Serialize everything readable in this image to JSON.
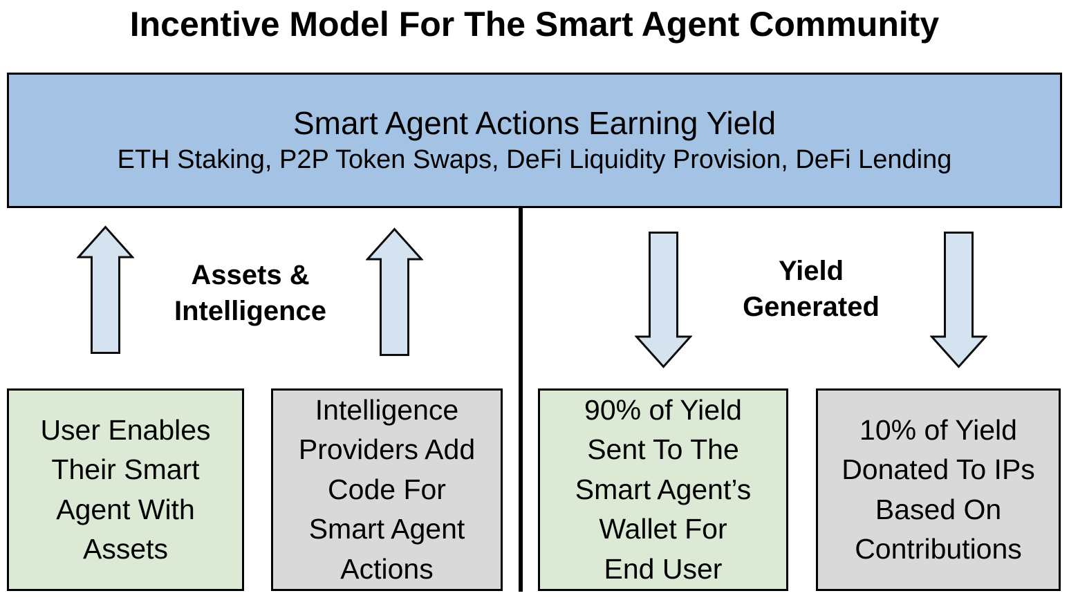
{
  "title": "Incentive Model For The Smart Agent Community",
  "top_box": {
    "heading": "Smart Agent Actions Earning Yield",
    "subheading": "ETH Staking, P2P Token Swaps, DeFi Liquidity Provision, DeFi Lending"
  },
  "flow_labels": {
    "left": {
      "line1": "Assets &",
      "line2": "Intelligence"
    },
    "right": {
      "line1": "Yield",
      "line2": "Generated"
    }
  },
  "bottom_boxes": [
    {
      "name": "user-assets",
      "color": "green",
      "lines": [
        "User Enables",
        "Their Smart",
        "Agent With",
        "Assets"
      ]
    },
    {
      "name": "intelligence-providers",
      "color": "gray",
      "lines": [
        "Intelligence",
        "Providers Add",
        "Code For",
        "Smart Agent",
        "Actions"
      ]
    },
    {
      "name": "yield-to-user",
      "color": "green",
      "lines": [
        "90% of Yield",
        "Sent To The",
        "Smart Agent’s",
        "Wallet For",
        "End User"
      ]
    },
    {
      "name": "yield-to-ips",
      "color": "gray",
      "lines": [
        "10% of Yield",
        "Donated To IPs",
        "Based On",
        "Contributions"
      ]
    }
  ],
  "icons": {
    "up_arrows": [
      "up-arrow-icon",
      "up-arrow-icon"
    ],
    "down_arrows": [
      "down-arrow-icon",
      "down-arrow-icon"
    ]
  },
  "colors": {
    "top_box_fill": "#a4c2e4",
    "arrow_fill": "#d5e2f0",
    "green_box_fill": "#dbe9d5",
    "gray_box_fill": "#d9d9d9",
    "border": "#000000",
    "text": "#000000",
    "background": "#ffffff"
  }
}
